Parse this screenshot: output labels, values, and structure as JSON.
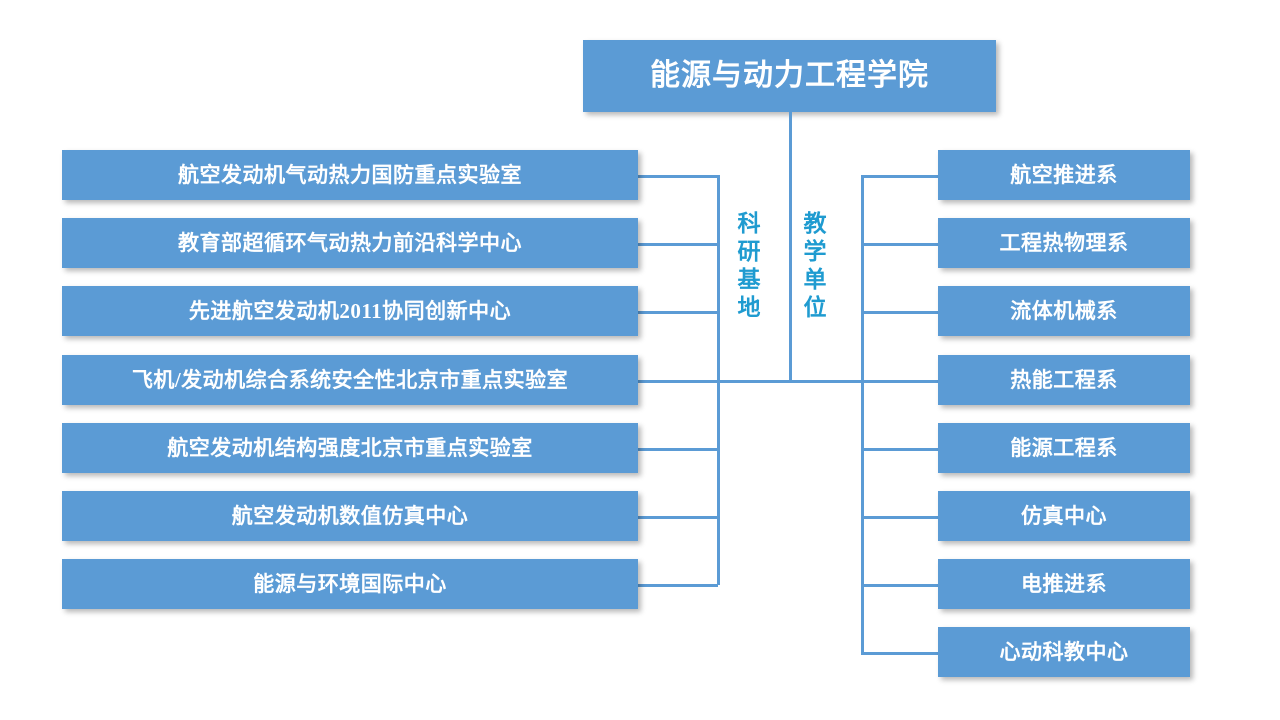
{
  "root": {
    "label": "能源与动力工程学院"
  },
  "branches": {
    "research": {
      "caption": "科研基地",
      "caption_chars": [
        "科",
        "研",
        "基",
        "地"
      ],
      "nodes": [
        {
          "label": "航空发动机气动热力国防重点实验室"
        },
        {
          "label": "教育部超循环气动热力前沿科学中心"
        },
        {
          "label": "先进航空发动机2011协同创新中心"
        },
        {
          "label": "飞机/发动机综合系统安全性北京市重点实验室"
        },
        {
          "label": "航空发动机结构强度北京市重点实验室"
        },
        {
          "label": "航空发动机数值仿真中心"
        },
        {
          "label": "能源与环境国际中心"
        }
      ]
    },
    "teaching": {
      "caption": "教学单位",
      "caption_chars": [
        "教",
        "学",
        "单",
        "位"
      ],
      "nodes": [
        {
          "label": "航空推进系"
        },
        {
          "label": "工程热物理系"
        },
        {
          "label": "流体机械系"
        },
        {
          "label": "热能工程系"
        },
        {
          "label": "能源工程系"
        },
        {
          "label": "仿真中心"
        },
        {
          "label": "电推进系"
        },
        {
          "label": "心动科教中心"
        }
      ]
    }
  },
  "colors": {
    "box_fill": "#5B9BD5",
    "box_text": "#FFFFFF",
    "connector": "#5B9BD5",
    "caption_text": "#1F9BD0",
    "background": "#FFFFFF"
  },
  "chart_data": {
    "type": "diagram",
    "title": "能源与动力工程学院 组织结构图",
    "diagram_kind": "organization-chart",
    "orientation": "horizontal-split",
    "root": "能源与动力工程学院",
    "groups": [
      {
        "name": "科研基地",
        "side": "left",
        "count": 7,
        "members": [
          "航空发动机气动热力国防重点实验室",
          "教育部超循环气动热力前沿科学中心",
          "先进航空发动机2011协同创新中心",
          "飞机/发动机综合系统安全性北京市重点实验室",
          "航空发动机结构强度北京市重点实验室",
          "航空发动机数值仿真中心",
          "能源与环境国际中心"
        ]
      },
      {
        "name": "教学单位",
        "side": "right",
        "count": 8,
        "members": [
          "航空推进系",
          "工程热物理系",
          "流体机械系",
          "热能工程系",
          "能源工程系",
          "仿真中心",
          "电推进系",
          "心动科教中心"
        ]
      }
    ]
  }
}
